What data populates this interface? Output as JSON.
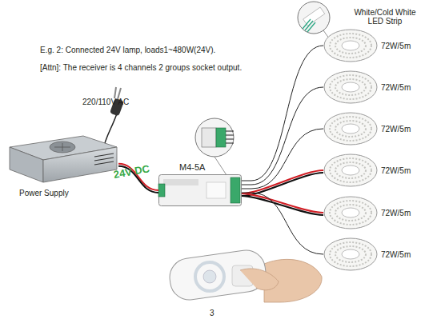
{
  "diagram": {
    "nodes": [
      {
        "text": [
          "Power Supply"
        ]
      },
      {
        "text": [
          "M4-5A"
        ]
      },
      {
        "text": [
          "72W/5m"
        ]
      },
      {
        "text": [
          "72W/5m"
        ]
      },
      {
        "text": [
          "72W/5m"
        ]
      },
      {
        "text": [
          "72W/5m"
        ]
      },
      {
        "text": [
          "72W/5m"
        ]
      },
      {
        "text": [
          "72W/5m"
        ]
      }
    ],
    "edges": [
      {
        "from": 0,
        "to": 1,
        "label": "24V DC",
        "arrow": "none"
      },
      {
        "from": 1,
        "to": 2,
        "arrow": "none"
      },
      {
        "from": 1,
        "to": 3,
        "arrow": "none"
      },
      {
        "from": 1,
        "to": 4,
        "arrow": "none"
      },
      {
        "from": 1,
        "to": 5,
        "arrow": "none"
      },
      {
        "from": 1,
        "to": 6,
        "arrow": "none"
      },
      {
        "from": 1,
        "to": 7,
        "arrow": "none"
      }
    ],
    "labels": [
      "E.g. 2: Connected 24V lamp, loads1~480W(24V).",
      "[Attn]: The receiver is 4 channels 2 groups socket output.",
      "White/Cold White LED Strip",
      "220/110V AC",
      "3"
    ]
  }
}
